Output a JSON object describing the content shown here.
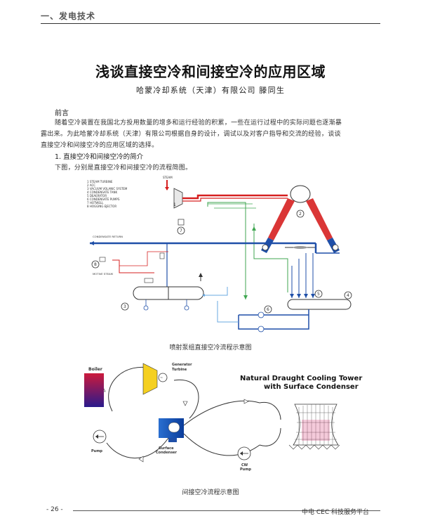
{
  "header": {
    "section": "一、发电技术"
  },
  "article": {
    "title": "浅谈直接空冷和间接空冷的应用区域",
    "byline": "哈蒙冷却系统（天津）有限公司  滕同生",
    "preface_heading": "前言",
    "preface_lines": [
      "随着空冷装置在我国北方投用数量的增多和运行经验的积累，一些在运行过程中的实际问题也逐渐暴",
      "露出来。为此哈蒙冷却系统（天津）有限公司根据自身的设计，调试以及对客户指导和交流的经验，谈谈",
      "直接空冷和间接空冷的应用区域的选择。"
    ],
    "section1_heading": "1. 直接空冷和间接空冷的简介",
    "section1_body": "下图，分别是直接空冷和间接空冷的流程简图。",
    "figure1_caption": "喷射泵组直接空冷流程示意图",
    "figure2_caption": "间接空冷流程示意图"
  },
  "figure1": {
    "legend": [
      "1  STEAM TURBINE",
      "2  ACC",
      "3  VACUUM VOLANIC SYSTEM",
      "4  CONDENSATE TANK",
      "5  DEAERATOR",
      "6  CONDENSATE PUMPS",
      "7  HOTWELL",
      "8  HOGGING EJECTOR"
    ],
    "steam_label": "STEAM",
    "condensate_return": "CONDENSATE RETURN",
    "motive_steam": "MOTIVE STEAM",
    "numbers": [
      "1",
      "2",
      "3",
      "4",
      "5",
      "6",
      "7",
      "8"
    ]
  },
  "figure2": {
    "title_line1": "Natural Draught Cooling Tower",
    "title_line2": "with Surface Condenser",
    "boiler": "Boiler",
    "generator": "Generator",
    "turbine": "Turbine",
    "pump": "Pump",
    "surface": "Surface",
    "condenser": "Condenser",
    "cw": "CW",
    "cw_pump": "Pump"
  },
  "footer": {
    "page_number": "- 26 -",
    "text": "中电 CEC 科技服务平台"
  },
  "colors": {
    "steam_red": "#d62020",
    "water_blue": "#1f4fa8",
    "line_green": "#3fa650",
    "light_blue": "#6aa8e0"
  }
}
